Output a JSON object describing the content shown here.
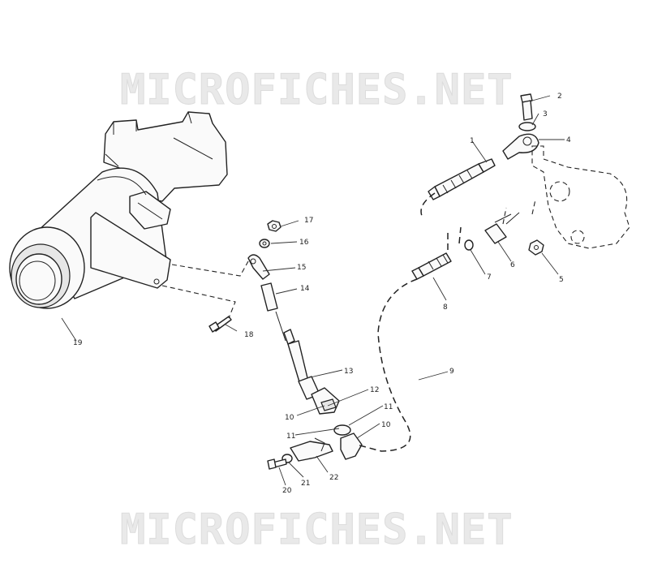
{
  "watermark": {
    "text": "MICROFICHES.NET"
  },
  "callouts": {
    "c1": "1",
    "c2": "2",
    "c3": "3",
    "c4": "4",
    "c5": "5",
    "c6": "6",
    "c7": "7",
    "c8": "8",
    "c9": "9",
    "c10a": "10",
    "c10b": "10",
    "c11a": "11",
    "c11b": "11",
    "c12": "12",
    "c13": "13",
    "c14": "14",
    "c15": "15",
    "c16": "16",
    "c17": "17",
    "c18": "18",
    "c19": "19",
    "c20": "20",
    "c21": "21",
    "c22": "22"
  }
}
